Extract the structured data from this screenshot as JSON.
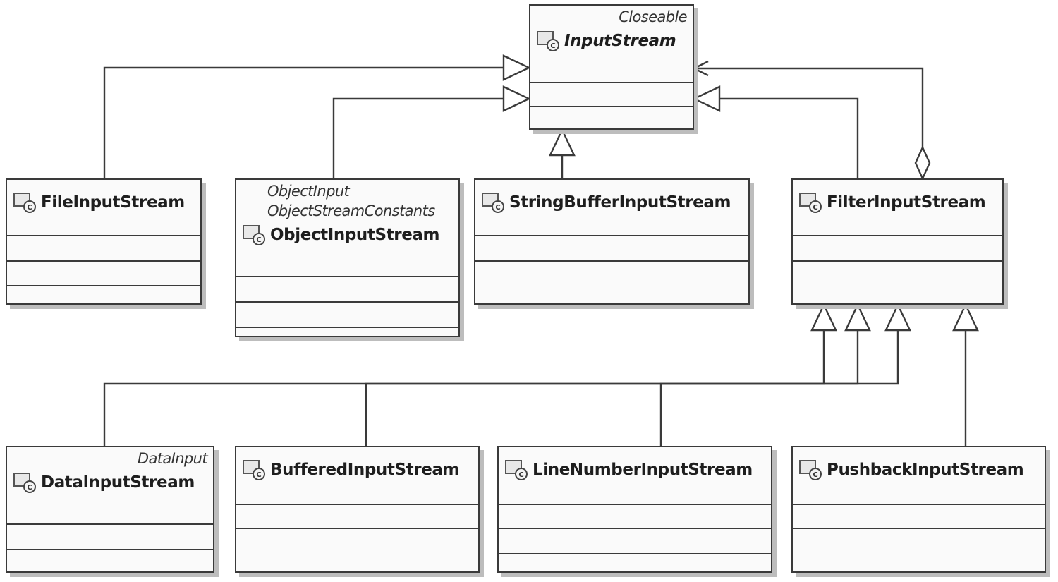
{
  "classes": {
    "input_stream": {
      "interfaces": [
        "Closeable"
      ],
      "name": "InputStream"
    },
    "file_input_stream": {
      "name": "FileInputStream"
    },
    "object_input_stream": {
      "interfaces": [
        "ObjectInput",
        "ObjectStreamConstants"
      ],
      "name": "ObjectInputStream"
    },
    "string_buffer_input_stream": {
      "name": "StringBufferInputStream"
    },
    "filter_input_stream": {
      "name": "FilterInputStream"
    },
    "data_input_stream": {
      "interfaces": [
        "DataInput"
      ],
      "name": "DataInputStream"
    },
    "buffered_input_stream": {
      "name": "BufferedInputStream"
    },
    "line_number_input_stream": {
      "name": "LineNumberInputStream"
    },
    "pushback_input_stream": {
      "name": "PushbackInputStream"
    }
  },
  "relationships": [
    {
      "type": "generalization",
      "from": "FileInputStream",
      "to": "InputStream"
    },
    {
      "type": "generalization",
      "from": "ObjectInputStream",
      "to": "InputStream"
    },
    {
      "type": "generalization",
      "from": "StringBufferInputStream",
      "to": "InputStream"
    },
    {
      "type": "generalization",
      "from": "FilterInputStream",
      "to": "InputStream"
    },
    {
      "type": "aggregation",
      "from": "FilterInputStream",
      "to": "InputStream"
    },
    {
      "type": "generalization",
      "from": "DataInputStream",
      "to": "FilterInputStream"
    },
    {
      "type": "generalization",
      "from": "BufferedInputStream",
      "to": "FilterInputStream"
    },
    {
      "type": "generalization",
      "from": "LineNumberInputStream",
      "to": "FilterInputStream"
    },
    {
      "type": "generalization",
      "from": "PushbackInputStream",
      "to": "FilterInputStream"
    }
  ],
  "icon": "class-icon"
}
